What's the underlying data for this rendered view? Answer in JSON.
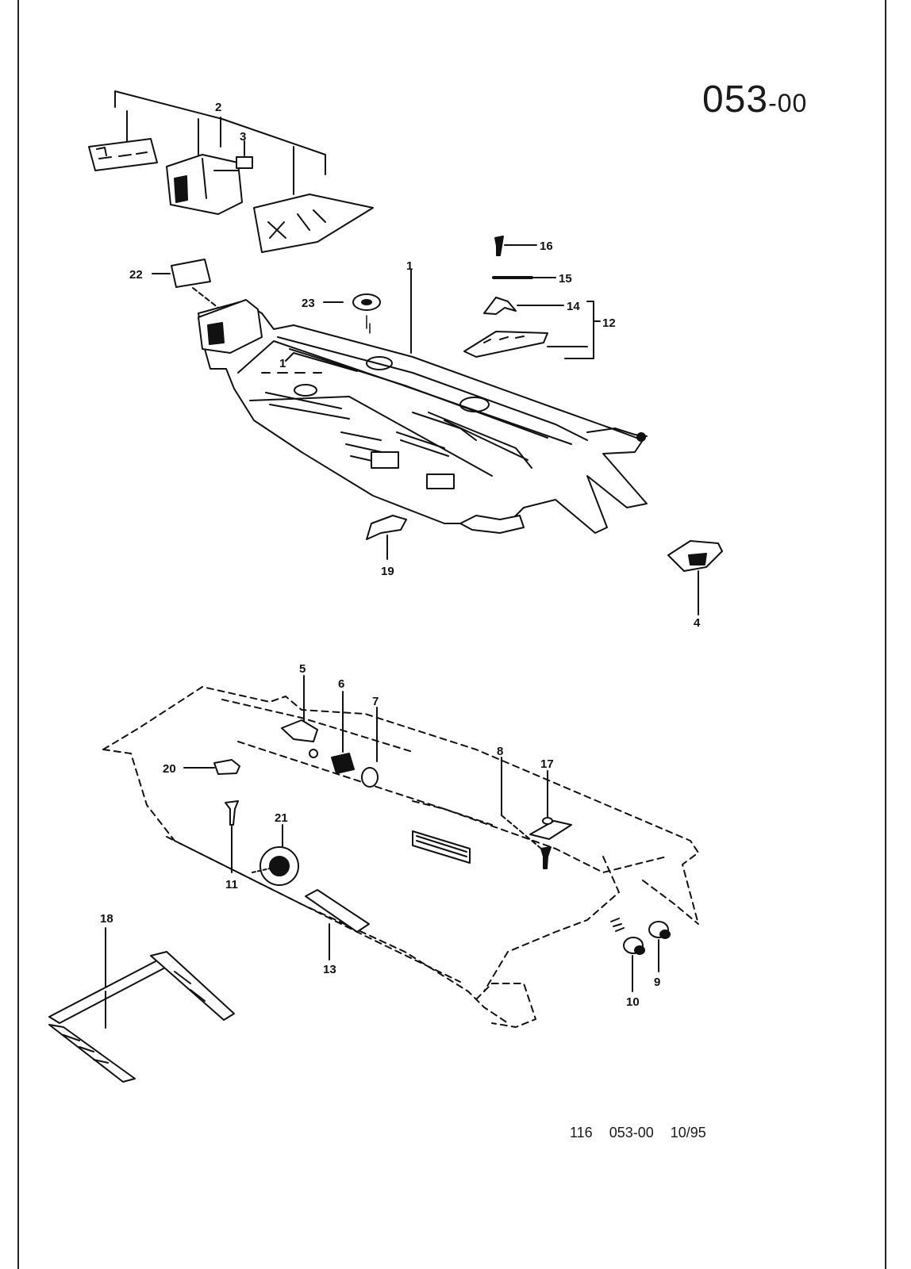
{
  "document": {
    "title_code": "053",
    "title_suffix": "-00",
    "footer_ref": "116 053-00 10/95"
  },
  "callouts": {
    "c1": "1",
    "c2": "2",
    "c3": "3",
    "c4": "4",
    "c5": "5",
    "c6": "6",
    "c7": "7",
    "c8": "8",
    "c9": "9",
    "c10": "10",
    "c11": "11",
    "c12": "12",
    "c13": "13",
    "c14": "14",
    "c15": "15",
    "c16": "16",
    "c17": "17",
    "c18": "18",
    "c19": "19",
    "c20": "20",
    "c21": "21",
    "c22": "22",
    "c23": "23"
  },
  "colors": {
    "ink": "#111111",
    "paper": "#ffffff"
  }
}
